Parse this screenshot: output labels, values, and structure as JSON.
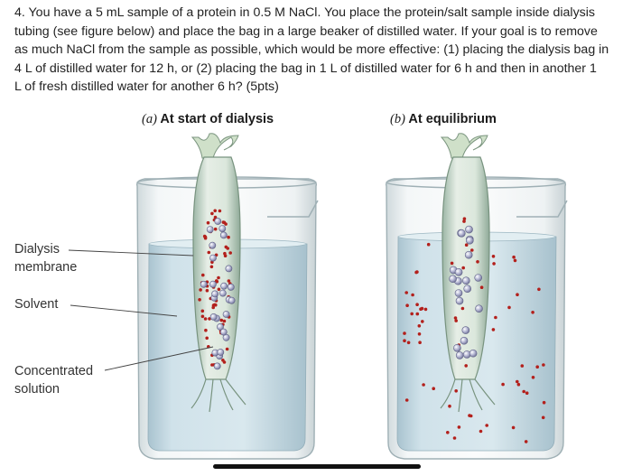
{
  "question": {
    "lines": [
      "4. You have a 5 mL sample of a protein in 0.5 M NaCl. You place the protein/salt sample inside dialysis",
      "tubing (see figure below) and place the bag in a large beaker of distilled water. If your goal is to remove",
      "as much NaCl from the sample as possible, which would be more effective: (1) placing the dialysis bag in",
      "4 L of distilled water for 12 h, or (2) placing the bag in 1 L of distilled water for 6 h and then in another 1",
      "L of fresh distilled water for another 6 h? (5pts)"
    ]
  },
  "figure": {
    "panel_a": {
      "letter": "(a)",
      "title": "At start of dialysis"
    },
    "panel_b": {
      "letter": "(b)",
      "title": "At equilibrium"
    },
    "labels": {
      "membrane_line1": "Dialysis",
      "membrane_line2": "membrane",
      "solvent": "Solvent",
      "concentrated_line1": "Concentrated",
      "concentrated_line2": "solution"
    },
    "colors": {
      "salt_dot": "#b3201c",
      "protein_dot": "#a7a9c9",
      "water": "#c9dde6",
      "glass": "#dfe7ea"
    }
  }
}
